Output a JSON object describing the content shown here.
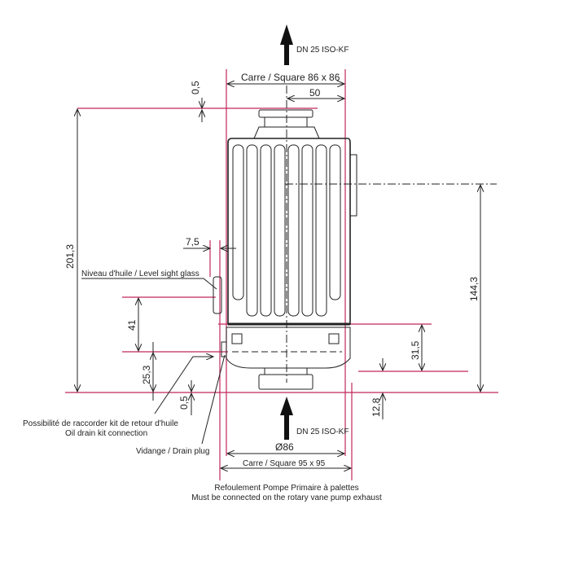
{
  "drawing": {
    "inlet_label": "DN 25 ISO-KF",
    "outlet_label": "DN 25 ISO-KF",
    "top_square": "Carre / Square 86 x 86",
    "bottom_square": "Carre / Square 95 x 95",
    "diameter": "Ø86",
    "dim_50": "50",
    "dim_top_05": "0,5",
    "dim_bottom_05": "0,5",
    "dim_height": "201,3",
    "dim_axis_height": "144,3",
    "dim_7_5": "7,5",
    "dim_41": "41",
    "dim_25_3": "25,3",
    "dim_31_5": "31,5",
    "dim_12_8": "12,8",
    "level_glass": "Niveau d'huile / Level sight glass",
    "oil_drain_fr": "Possibilité de raccorder kit de retour d'huile",
    "oil_drain_en": "Oil drain kit connection",
    "drain_plug": "Vidange / Drain plug",
    "note_fr": "Refoulement Pompe Primaire à palettes",
    "note_en": "Must be connected on the rotary vane pump exhaust"
  }
}
